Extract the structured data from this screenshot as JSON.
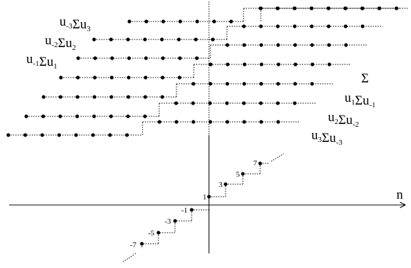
{
  "diagram": {
    "axis_label": "n",
    "rows": [
      {
        "id": "u-3",
        "label": {
          "l1": "u",
          "s1": "-3",
          "op": "Σ",
          "l2": "u",
          "s2": "3"
        }
      },
      {
        "id": "u-2",
        "label": {
          "l1": "u",
          "s1": "-2",
          "op": "Σ",
          "l2": "u",
          "s2": "2"
        }
      },
      {
        "id": "u-1",
        "label": {
          "l1": "u",
          "s1": "-1",
          "op": "Σ",
          "l2": "u",
          "s2": "1"
        }
      },
      {
        "id": "u0",
        "label": {
          "l1": "",
          "s1": "",
          "op": "Σ",
          "l2": "",
          "s2": ""
        }
      },
      {
        "id": "u1",
        "label": {
          "l1": "u",
          "s1": "1",
          "op": "Σ",
          "l2": "u",
          "s2": "-1"
        }
      },
      {
        "id": "u2",
        "label": {
          "l1": "u",
          "s1": "2",
          "op": "Σ",
          "l2": "u",
          "s2": "-2"
        }
      },
      {
        "id": "u3",
        "label": {
          "l1": "u",
          "s1": "3",
          "op": "Σ",
          "l2": "u",
          "s2": "-3"
        }
      }
    ],
    "staircase_labels": [
      "1",
      "3",
      "5",
      "7",
      "-1",
      "-3",
      "-5",
      "-7"
    ]
  }
}
